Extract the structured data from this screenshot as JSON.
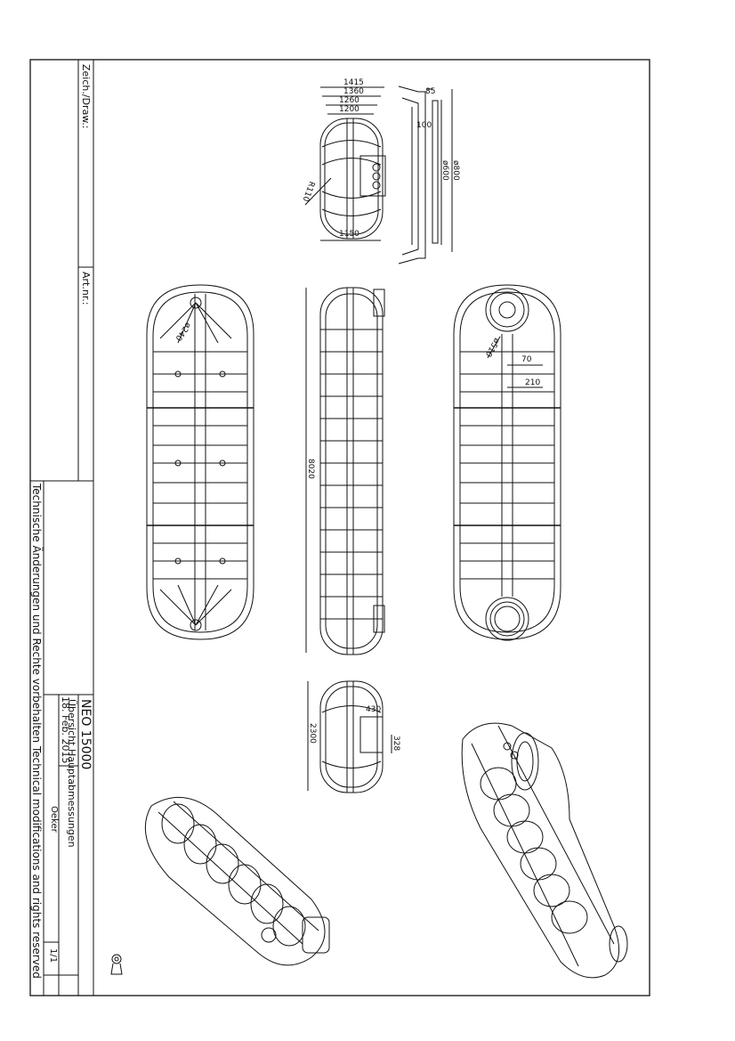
{
  "title_block": {
    "draw_label": "Zeich./Draw.:",
    "art_label": "Art.nr.:",
    "product": "NEO 15000",
    "sheet_title": "Übersicht Hauptabmessungen",
    "date": "18. Feb. 2015",
    "drawn_by": "Oeker",
    "sheet": "1/1",
    "notice_de": "Technische Änderungen und Rechte vorbehalten",
    "notice_en": "Technical modifications and rights reserved"
  },
  "dimensions": {
    "d1415": "1415",
    "d1360": "1360",
    "d1260": "1260",
    "d1200": "1200",
    "d1150": "1150",
    "r110": "R110",
    "d85": "85",
    "d100": "100",
    "d600": "ø600",
    "d800": "ø800",
    "d240": "ø240",
    "d8020": "8020",
    "d510": "ø510",
    "d70": "70",
    "d210": "210",
    "d2300": "2300",
    "d430": "430",
    "d328": "328"
  },
  "colors": {
    "line": "#111111",
    "paper": "#ffffff"
  }
}
